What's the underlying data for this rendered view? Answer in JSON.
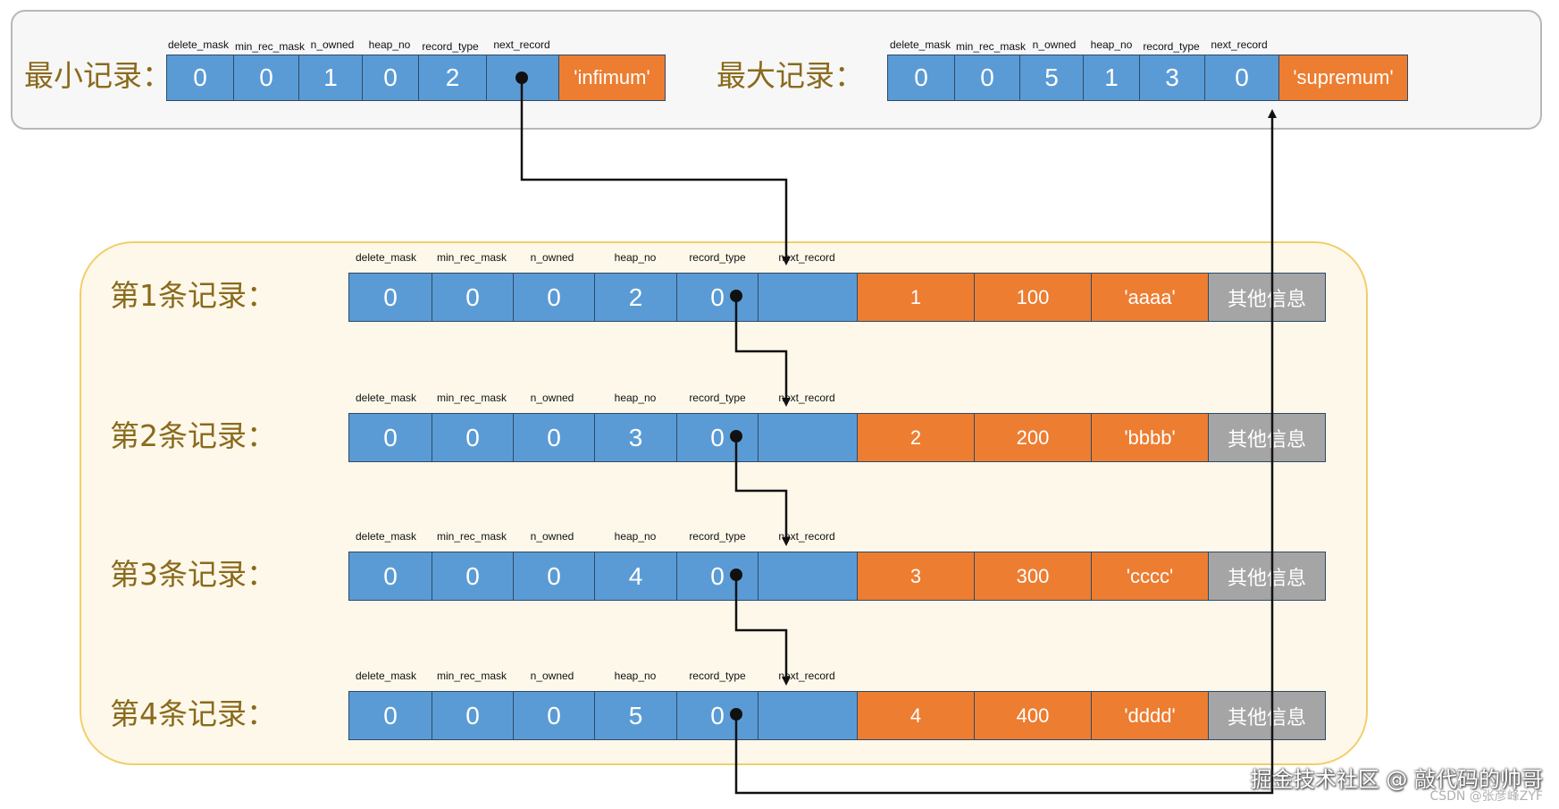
{
  "top_panel": {
    "min_record": {
      "label": "最小记录：",
      "fields": [
        "delete_mask",
        "min_rec_mask",
        "n_owned",
        "heap_no",
        "record_type",
        "next_record"
      ],
      "values": [
        "0",
        "0",
        "1",
        "0",
        "2",
        ""
      ],
      "name_value": "'infimum'"
    },
    "max_record": {
      "label": "最大记录：",
      "fields": [
        "delete_mask",
        "min_rec_mask",
        "n_owned",
        "heap_no",
        "record_type",
        "next_record"
      ],
      "values": [
        "0",
        "0",
        "5",
        "1",
        "3",
        "0"
      ],
      "name_value": "'supremum'"
    }
  },
  "records": [
    {
      "label": "第1条记录：",
      "fields": [
        "delete_mask",
        "min_rec_mask",
        "n_owned",
        "heap_no",
        "record_type",
        "next_record"
      ],
      "header_values": [
        "0",
        "0",
        "0",
        "2",
        "0",
        ""
      ],
      "data_values": [
        "1",
        "100",
        "'aaaa'"
      ],
      "extra": "其他信息"
    },
    {
      "label": "第2条记录：",
      "fields": [
        "delete_mask",
        "min_rec_mask",
        "n_owned",
        "heap_no",
        "record_type",
        "next_record"
      ],
      "header_values": [
        "0",
        "0",
        "0",
        "3",
        "0",
        ""
      ],
      "data_values": [
        "2",
        "200",
        "'bbbb'"
      ],
      "extra": "其他信息"
    },
    {
      "label": "第3条记录：",
      "fields": [
        "delete_mask",
        "min_rec_mask",
        "n_owned",
        "heap_no",
        "record_type",
        "next_record"
      ],
      "header_values": [
        "0",
        "0",
        "0",
        "4",
        "0",
        ""
      ],
      "data_values": [
        "3",
        "300",
        "'cccc'"
      ],
      "extra": "其他信息"
    },
    {
      "label": "第4条记录：",
      "fields": [
        "delete_mask",
        "min_rec_mask",
        "n_owned",
        "heap_no",
        "record_type",
        "next_record"
      ],
      "header_values": [
        "0",
        "0",
        "0",
        "5",
        "0",
        ""
      ],
      "data_values": [
        "4",
        "400",
        "'dddd'"
      ],
      "extra": "其他信息"
    }
  ],
  "watermark": {
    "main": "掘金技术社区 @ 敲代码的帅哥",
    "sub": "CSDN @张彦峰ZYF"
  },
  "colors": {
    "header_cell": "#5b9bd5",
    "data_cell": "#ed7d31",
    "extra_cell": "#a5a5a5",
    "top_panel_border": "#b8b8b8",
    "records_panel_border": "#f0cf6b",
    "label_text": "#8a6a1c"
  }
}
